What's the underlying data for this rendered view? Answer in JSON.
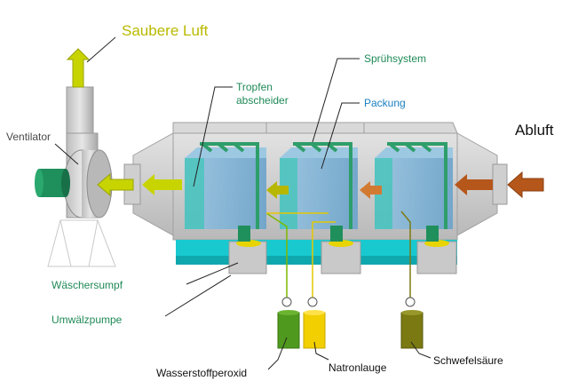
{
  "labels": {
    "clean_air": "Saubere Luft",
    "fan": "Ventilator",
    "droplet_separator_1": "Tropfen",
    "droplet_separator_2": "abscheider",
    "spray_system": "Sprühsystem",
    "packing": "Packung",
    "exhaust_air": "Abluft",
    "sump": "Wäschersumpf",
    "pump": "Umwälzpumpe",
    "hydrogen_peroxide": "Wasserstoffperoxid",
    "caustic_soda": "Natronlauge",
    "sulfuric_acid": "Schwefelsäure"
  },
  "colors": {
    "label_green": "#1f8a57",
    "label_blue": "#1a7fc1",
    "label_olive": "#b9b900",
    "housing": "#c8c8c8",
    "packing": "#7fb3d5",
    "separator": "#48c3c0",
    "water": "#18c9d0",
    "spray": "#2e9e6a",
    "peroxide": "#4f9a1e",
    "caustic": "#f2cf00",
    "acid": "#7b7a12",
    "exhaust_arrow": "#b5561a",
    "clean_arrow": "#c8d400"
  }
}
